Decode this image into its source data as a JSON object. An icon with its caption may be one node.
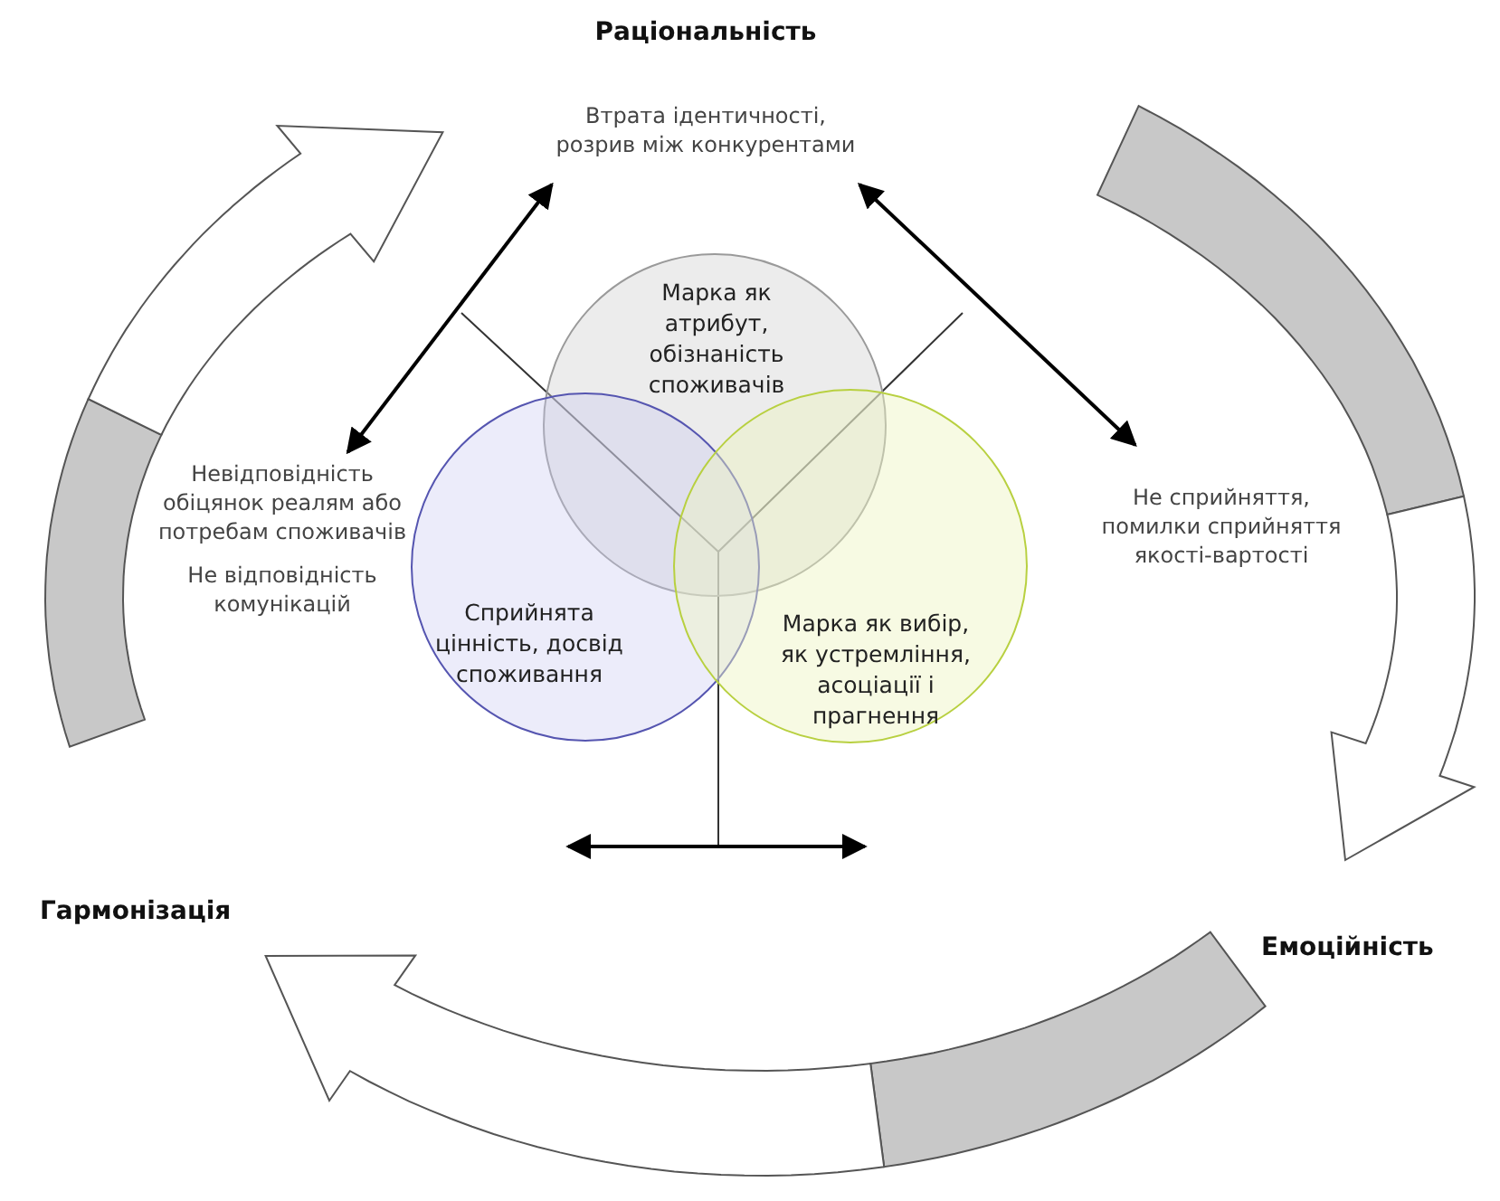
{
  "diagram": {
    "nodes": [
      {
        "text": [
          "Марка як атрибут, обізнаність споживачів"
        ]
      },
      {
        "text": [
          "Сприйнята цінність, досвід споживання"
        ]
      },
      {
        "text": [
          "Марка як вибір, як устремління, асоціації і прагнення"
        ]
      },
      {
        "text": [
          "Втрата ідентичності, розрив між конкурентами"
        ]
      },
      {
        "text": [
          "Невідповідність обіцянок реалям або потребам споживачів",
          "Не відповідність комунікацій"
        ]
      },
      {
        "text": [
          "Не сприйняття, помилки сприйняття якості-вартості"
        ]
      }
    ],
    "edges": [
      {
        "from": 3,
        "to": 4,
        "arrow": "both"
      },
      {
        "from": 3,
        "to": 5,
        "arrow": "both"
      }
    ],
    "labels": [
      "Раціональність",
      "Гармонізація",
      "Емоційність"
    ]
  }
}
